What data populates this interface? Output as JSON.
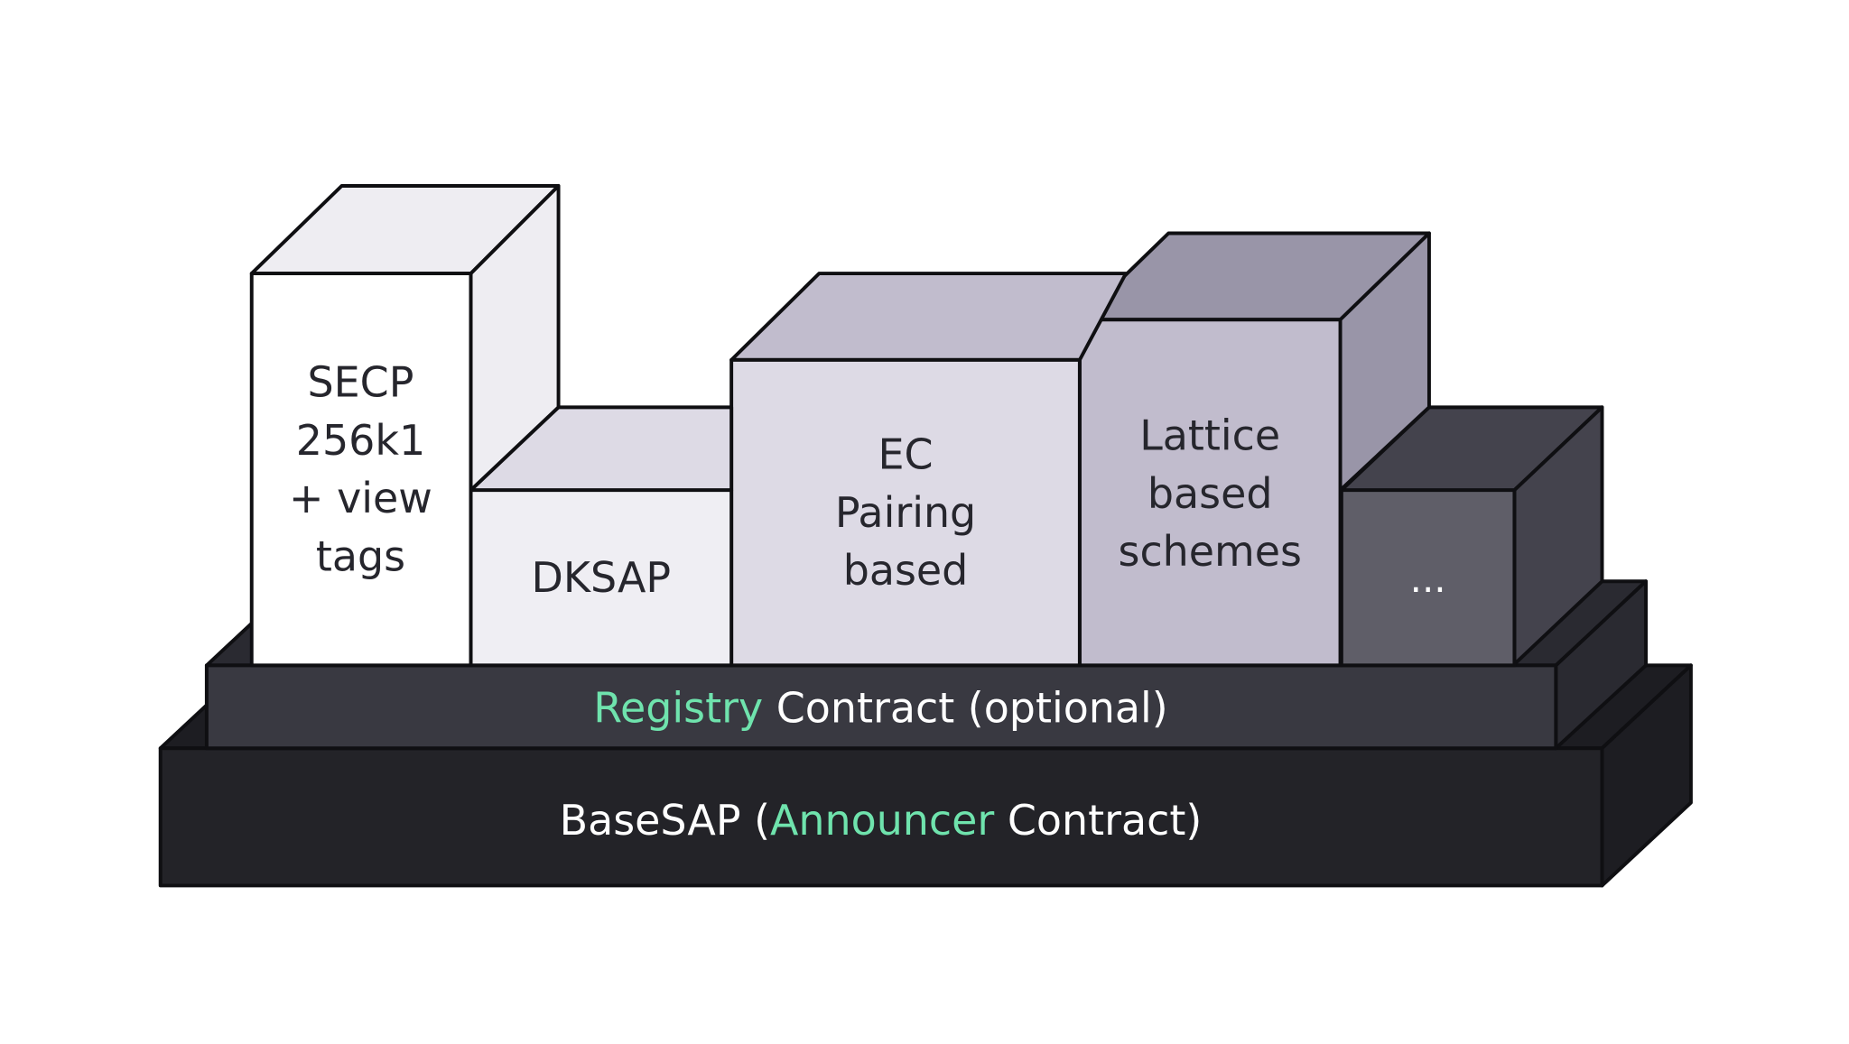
{
  "diagram": {
    "blocks": {
      "secp": {
        "lines": [
          "SECP",
          "256k1",
          "+ view",
          "tags"
        ]
      },
      "dksap": {
        "lines": [
          "DKSAP"
        ]
      },
      "ec_pairing": {
        "lines": [
          "EC",
          "Pairing",
          "based"
        ]
      },
      "lattice": {
        "lines": [
          "Lattice",
          "based",
          "schemes"
        ]
      },
      "more": {
        "lines": [
          "..."
        ]
      }
    },
    "registry": {
      "highlight": "Registry",
      "rest": " Contract (optional)"
    },
    "basesap": {
      "prefix": "BaseSAP (",
      "highlight": "Announcer",
      "suffix": " Contract)"
    },
    "colors": {
      "stroke": "#0f0f12",
      "highlight": "#6fe3ad",
      "light_text": "#ffffff",
      "dark_text": "#26262d",
      "secp_front": "#ffffff",
      "secp_top": "#eeedf2",
      "secp_side": "#eeedf2",
      "dksap_front": "#efeef3",
      "dksap_top": "#dddae5",
      "ec_front": "#dddae5",
      "ec_top": "#c1bccd",
      "lattice_front": "#c1bccd",
      "lattice_top": "#9995a8",
      "lattice_side": "#9995a8",
      "more_front": "#5f5e68",
      "more_top": "#44434d",
      "more_side": "#44434d",
      "registry_front": "#393941",
      "registry_side": "#2a2a31",
      "base_front": "#232328",
      "base_side": "#1d1d22"
    }
  }
}
